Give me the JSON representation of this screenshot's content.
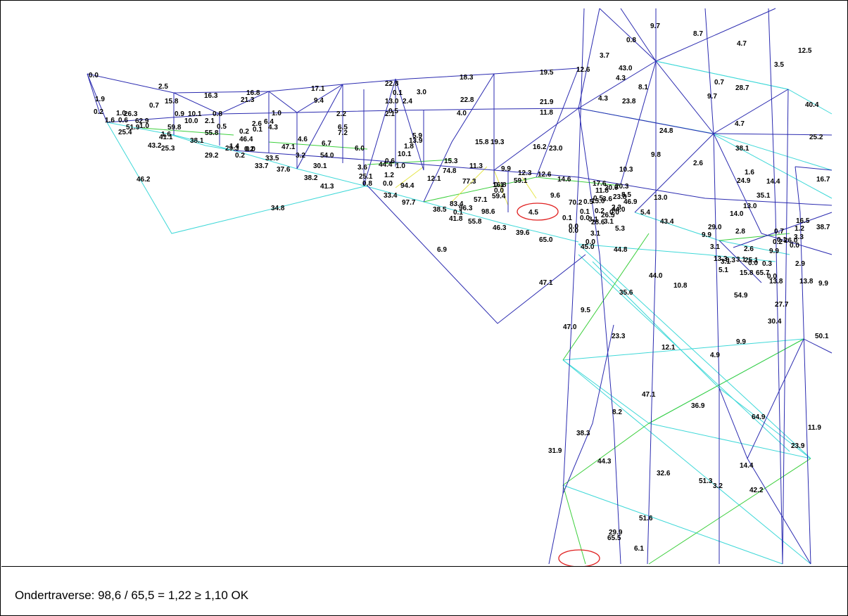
{
  "caption": "Ondertraverse: 98,6 / 65,5 = 1,22 ≥ 1,10 OK",
  "colors": {
    "member_dark": "#2b2bb0",
    "member_light": "#3fd8d8",
    "member_green": "#3ccf3c",
    "member_yellow": "#e6e64a",
    "highlight_ring": "#e02020",
    "text": "#000000"
  },
  "highlighted_values": [
    "98.6",
    "65.5"
  ],
  "member_labels": [
    "0.0",
    "1.9",
    "2.5",
    "16.3",
    "16.8",
    "21.3",
    "17.1",
    "9.4",
    "22.8",
    "0.1",
    "13.0",
    "2.4",
    "3.0",
    "18.3",
    "22.8",
    "19.5",
    "12.6",
    "3.7",
    "9.7",
    "0.8",
    "8.7",
    "4.7",
    "12.5",
    "3.5",
    "0.2",
    "1.0",
    "1.6",
    "0.6",
    "26.3",
    "62.9",
    "51.9",
    "1.0",
    "25.4",
    "0.7",
    "15.8",
    "0.9",
    "10.1",
    "0.8",
    "10.0",
    "2.1",
    "59.8",
    "55.8",
    "0.5",
    "2.6",
    "6.4",
    "4.3",
    "1.0",
    "0.2",
    "0.1",
    "41.1",
    "43.2",
    "25.3",
    "38.1",
    "1.6",
    "46.4",
    "1.4",
    "29.3",
    "0.2",
    "29.2",
    "0.2",
    "0.0",
    "47.1",
    "4.6",
    "6.7",
    "2.2",
    "6.5",
    "7.2",
    "0.5",
    "2.1",
    "4.0",
    "21.9",
    "11.8",
    "43.0",
    "4.3",
    "4.3",
    "23.8",
    "8.1",
    "9.7",
    "0.7",
    "28.7",
    "40.4",
    "4.7",
    "24.8",
    "25.2",
    "33.5",
    "3.2",
    "54.0",
    "6.0",
    "33.7",
    "37.6",
    "30.1",
    "38.2",
    "5.9",
    "13.9",
    "1.8",
    "10.1",
    "15.8",
    "19.3",
    "16.2",
    "23.0",
    "9.8",
    "38.1",
    "2.6",
    "0.6",
    "3.6",
    "44.4",
    "1.0",
    "74.8",
    "15.3",
    "11.3",
    "9.9",
    "12.3",
    "12.6",
    "14.6",
    "10.3",
    "1.6",
    "24.9",
    "14.4",
    "16.7",
    "46.2",
    "25.1",
    "1.2",
    "41.3",
    "0.8",
    "0.0",
    "94.4",
    "12.1",
    "77.3",
    "0.1",
    "59.1",
    "17.6",
    "11.8",
    "20.0",
    "20.3",
    "8.5",
    "13.0",
    "35.1",
    "33.4",
    "97.7",
    "83.4",
    "16.8",
    "0.0",
    "59.4",
    "57.1",
    "9.6",
    "70.2",
    "0.5",
    "0.5",
    "15.0",
    "3.6",
    "23.8",
    "46.9",
    "34.8",
    "38.5",
    "0.1",
    "96.3",
    "98.6",
    "4.5",
    "2.3",
    "0.0",
    "44.0",
    "5.4",
    "13.0",
    "14.0",
    "16.5",
    "38.7",
    "41.8",
    "55.8",
    "0.1",
    "0.1",
    "0.0",
    "0.2",
    "3.1",
    "3.1",
    "26.5",
    "43.4",
    "46.3",
    "39.6",
    "65.0",
    "0.0",
    "0.0",
    "3.1",
    "28.6",
    "5.3",
    "9.9",
    "29.0",
    "2.8",
    "0.7",
    "1.2",
    "3.3",
    "0.0",
    "45.0",
    "44.8",
    "3.1",
    "2.6",
    "0.2",
    "0.1",
    "26.0",
    "0.0",
    "9.9",
    "25.1",
    "13.3",
    "5.1",
    "3.1",
    "0.3",
    "3.1",
    "0.0",
    "0.3",
    "2.9",
    "15.8",
    "65.7",
    "0.0",
    "13.8",
    "13.8",
    "9.9",
    "6.9",
    "47.1",
    "44.0",
    "35.6",
    "10.8",
    "54.9",
    "27.7",
    "9.5",
    "30.4",
    "47.0",
    "23.3",
    "12.1",
    "9.9",
    "4.9",
    "50.1",
    "47.1",
    "36.9",
    "8.2",
    "64.9",
    "11.9",
    "38.3",
    "31.9",
    "44.3",
    "23.9",
    "32.6",
    "14.4",
    "51.3",
    "3.2",
    "42.2",
    "51.6",
    "29.9",
    "65.5",
    "6.1"
  ]
}
